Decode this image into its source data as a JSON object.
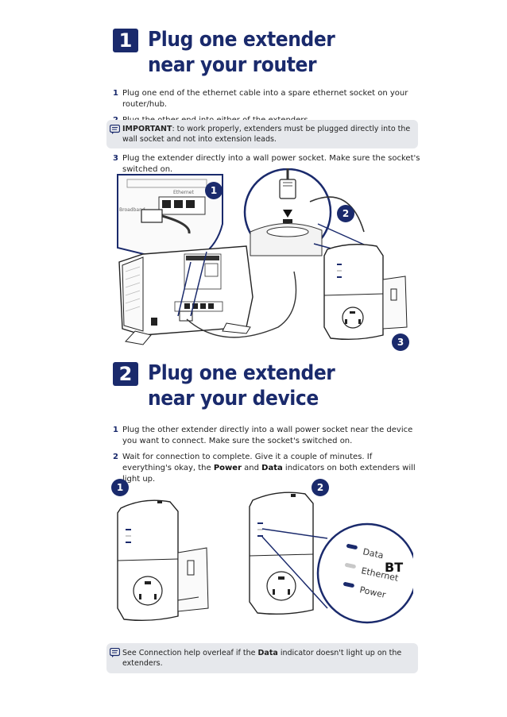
{
  "section1": {
    "number": "1",
    "title": "Plug one extender near your router",
    "steps": [
      {
        "num": "1",
        "text": "Plug one end of the ethernet cable into a spare ethernet socket on your router/hub."
      },
      {
        "num": "2",
        "text": "Plug the other end into either of the extenders."
      },
      {
        "num": "3",
        "text": "Plug the extender directly into a wall power socket. Make sure the socket's switched on."
      }
    ],
    "note_label": "IMPORTANT",
    "note_text": ": to work properly, extenders must be plugged directly into the wall socket and not into extension leads.",
    "callouts": [
      "1",
      "2",
      "3"
    ],
    "router_labels": {
      "ethernet": "Ethernet",
      "broadband": "Broadband"
    }
  },
  "section2": {
    "number": "2",
    "title": "Plug one extender near your device",
    "step1": {
      "num": "1",
      "text": "Plug the other extender directly into a wall power socket near the device you want to connect. Make sure the socket's switched on."
    },
    "step2": {
      "num": "2",
      "pre": "Wait for connection to complete. Give it a couple of minutes. If everything's okay, the ",
      "power": "Power",
      "mid": " and ",
      "data": "Data",
      "post": " indicators on both extenders will light up."
    },
    "callouts": [
      "1",
      "2"
    ],
    "zoom_labels": {
      "data": "Data",
      "ethernet": "Ethernet",
      "power": "Power",
      "brand": "BT"
    }
  },
  "footer_note": {
    "pre": "See Connection help overleaf if the ",
    "data": "Data",
    "post": " indicator doesn't light up on the extenders."
  },
  "colors": {
    "navy": "#1a2a6c",
    "note_bg": "#e6e8ec"
  }
}
